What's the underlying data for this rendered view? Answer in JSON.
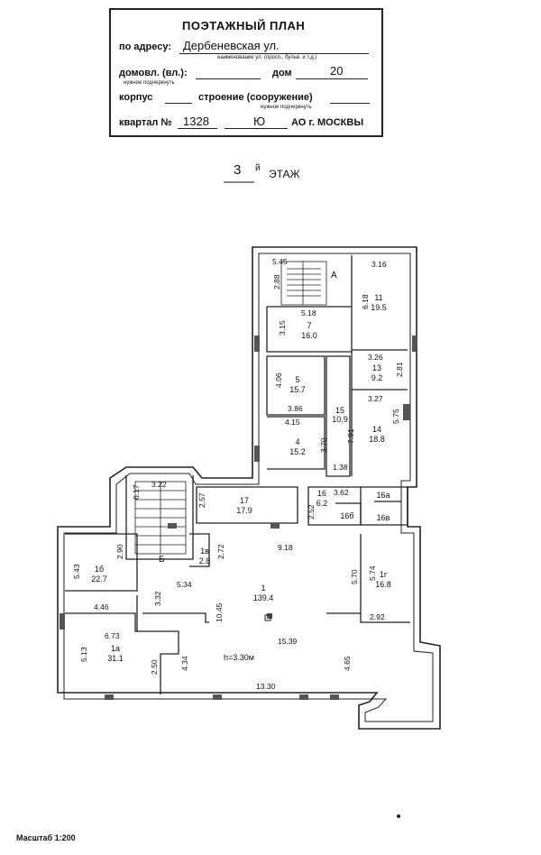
{
  "header": {
    "title": "ПОЭТАЖНЫЙ ПЛАН",
    "address_label": "по адресу:",
    "address_value": "Дербеневская ул.",
    "address_hint": "наименование ул. (просп., бульв. и т.д.)",
    "domovl_label": "домовл. (вл.):",
    "domovl_hint": "нужное подчеркнуть",
    "dom_label": "дом",
    "dom_value": "20",
    "korpus_label": "корпус",
    "stroenie_label": "строение (сооружение)",
    "stroenie_hint": "нужное подчеркнуть",
    "kvartal_label": "квартал №",
    "kvartal_value": "1328",
    "kvartal_letter": "Ю",
    "ao_label": "АО г. МОСКВЫ"
  },
  "floor": {
    "number": "3",
    "suffix": "й",
    "label": "ЭТАЖ"
  },
  "rooms": [
    {
      "id": "1",
      "area": "139.4"
    },
    {
      "id": "1а",
      "area": "31.1"
    },
    {
      "id": "1б",
      "area": "22.7"
    },
    {
      "id": "1в",
      "area": "2.8"
    },
    {
      "id": "1г",
      "area": "16.8"
    },
    {
      "id": "4",
      "area": "15.2"
    },
    {
      "id": "5",
      "area": "15.7"
    },
    {
      "id": "7",
      "area": "16.0"
    },
    {
      "id": "11",
      "area": "19.5"
    },
    {
      "id": "13",
      "area": "9.2"
    },
    {
      "id": "14",
      "area": "18.8"
    },
    {
      "id": "15",
      "area": "10.9"
    },
    {
      "id": "16",
      "area": "6.2"
    },
    {
      "id": "16а",
      "area": ""
    },
    {
      "id": "16б",
      "area": ""
    },
    {
      "id": "16в",
      "area": ""
    },
    {
      "id": "17",
      "area": "17.9"
    }
  ],
  "dimensions": {
    "d_5_45": "5.45",
    "d_2_88": "2.88",
    "stair_a": "А",
    "d_3_16": "3.16",
    "d_6_18": "6.18",
    "d_5_18": "5.18",
    "d_3_15": "3.15",
    "d_3_26": "3.26",
    "d_2_81": "2.81",
    "d_4_06": "4.06",
    "d_3_27": "3.27",
    "d_3_86": "3.86",
    "d_4_15": "4.15",
    "d_7_91": "7.91",
    "d_5_75": "5.75",
    "d_3_70": "3.70",
    "d_1_38": "1.38",
    "d_6_17": "6.17",
    "d_3_22": "3.22",
    "d_2_57": "2.57",
    "d_3_62": "3.62",
    "d_2_52": "2.52",
    "d_2_90": "2.90",
    "d_2_72": "2.72",
    "d_9_18": "9.18",
    "d_5_43": "5.43",
    "d_5_34": "5.34",
    "d_5_70": "5.70",
    "d_5_74": "5.74",
    "d_3_32": "3.32",
    "d_4_46": "4.46",
    "d_10_45": "10.45",
    "d_2_92": "2.92",
    "d_6_73": "6.73",
    "d_15_39": "15.39",
    "d_5_13": "5.13",
    "d_4_34": "4.34",
    "d_4_65": "4.65",
    "d_2_50": "2.50",
    "d_13_30": "13.30",
    "stair_b": "Б",
    "height": "h=3.30м"
  },
  "scale_text": "Масштаб 1:200"
}
